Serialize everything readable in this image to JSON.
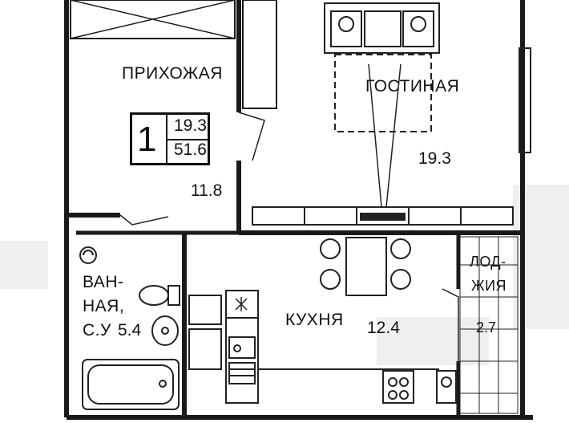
{
  "plan": {
    "summary": {
      "rooms": "1",
      "living_area": "19.3",
      "total_area": "51.6"
    },
    "rooms": [
      {
        "id": "hallway",
        "name": "ПРИХОЖАЯ",
        "area": "11.8"
      },
      {
        "id": "living",
        "name": "ГОСТИНАЯ",
        "area": "19.3"
      },
      {
        "id": "kitchen",
        "name": "КУХНЯ",
        "area": "12.4"
      },
      {
        "id": "bathroom",
        "name_lines": [
          "ВАН-",
          "НАЯ,",
          "С.У"
        ],
        "area": "5.4"
      },
      {
        "id": "loggia",
        "name_lines": [
          "ЛОД-",
          "ЖИЯ"
        ],
        "area": "2.7"
      }
    ],
    "colors": {
      "wall": "#1a1a1a",
      "line": "#222222",
      "background": "#ffffff",
      "watermark": "#eeeeee"
    },
    "icons": [
      "sofa-icon",
      "dining-table-icon",
      "toilet-icon",
      "sink-icon",
      "bathtub-icon",
      "stove-icon",
      "washer-icon",
      "fridge-icon"
    ]
  }
}
